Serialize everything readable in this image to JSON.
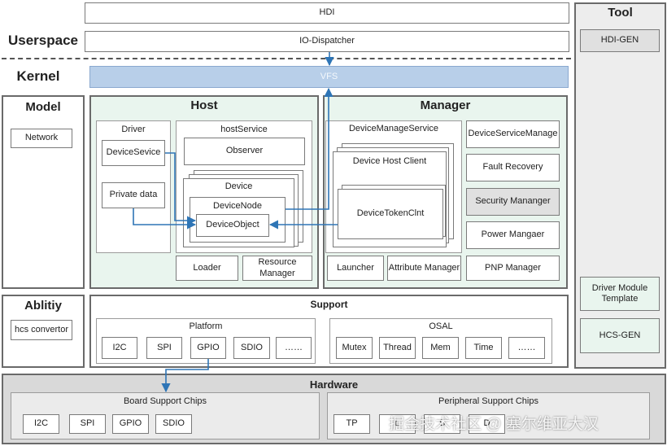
{
  "layers": {
    "userspace": "Userspace",
    "kernel": "Kernel"
  },
  "top": {
    "hdi": "HDI",
    "io_dispatcher": "IO-Dispatcher",
    "vfs": "VFS"
  },
  "tool": {
    "title": "Tool",
    "hdi_gen": "HDI-GEN",
    "driver_module_template": "Driver Module Template",
    "hcs_gen": "HCS-GEN"
  },
  "model": {
    "title": "Model",
    "network": "Network"
  },
  "ability": {
    "title": "Ablitiy",
    "hcs_convertor": "hcs convertor"
  },
  "host": {
    "title": "Host",
    "driver": "Driver",
    "device_service": "DeviceSevice",
    "private_data": "Private data",
    "host_service": "hostService",
    "observer": "Observer",
    "device": "Device",
    "device_node": "DeviceNode",
    "device_object": "DeviceObject",
    "loader": "Loader",
    "resource_manager": "Resource Manager"
  },
  "manager": {
    "title": "Manager",
    "device_manage_service": "DeviceManageService",
    "device_host_client": "Device Host Client",
    "device_token_clnt": "DeviceTokenClnt",
    "launcher": "Launcher",
    "attribute_manager": "Attribute Manager",
    "device_service_manage": "DeviceServiceManage",
    "fault_recovery": "Fault Recovery",
    "security_manager": "Security Mananger",
    "power_manager": "Power Mangaer",
    "pnp_manager": "PNP Manager"
  },
  "support": {
    "title": "Support",
    "platform": {
      "title": "Platform",
      "items": [
        "I2C",
        "SPI",
        "GPIO",
        "SDIO",
        "……"
      ]
    },
    "osal": {
      "title": "OSAL",
      "items": [
        "Mutex",
        "Thread",
        "Mem",
        "Time",
        "……"
      ]
    }
  },
  "hardware": {
    "title": "Hardware",
    "board_support_chips": {
      "title": "Board Support Chips",
      "items": [
        "I2C",
        "SPI",
        "GPIO",
        "SDIO"
      ]
    },
    "peripheral_support_chips": {
      "title": "Peripheral Support Chips",
      "items": [
        "TP",
        "L",
        "S",
        "D"
      ]
    }
  },
  "watermark": "掘金技术社区 @ 塞尔维亚大汉",
  "colors": {
    "green_panel": "#e9f5ee",
    "vfs_blue": "#b8cfe9",
    "arrow_blue": "#2e75b6",
    "hardware_grey": "#d9d9d9",
    "security_grey": "#e0e0e0"
  }
}
